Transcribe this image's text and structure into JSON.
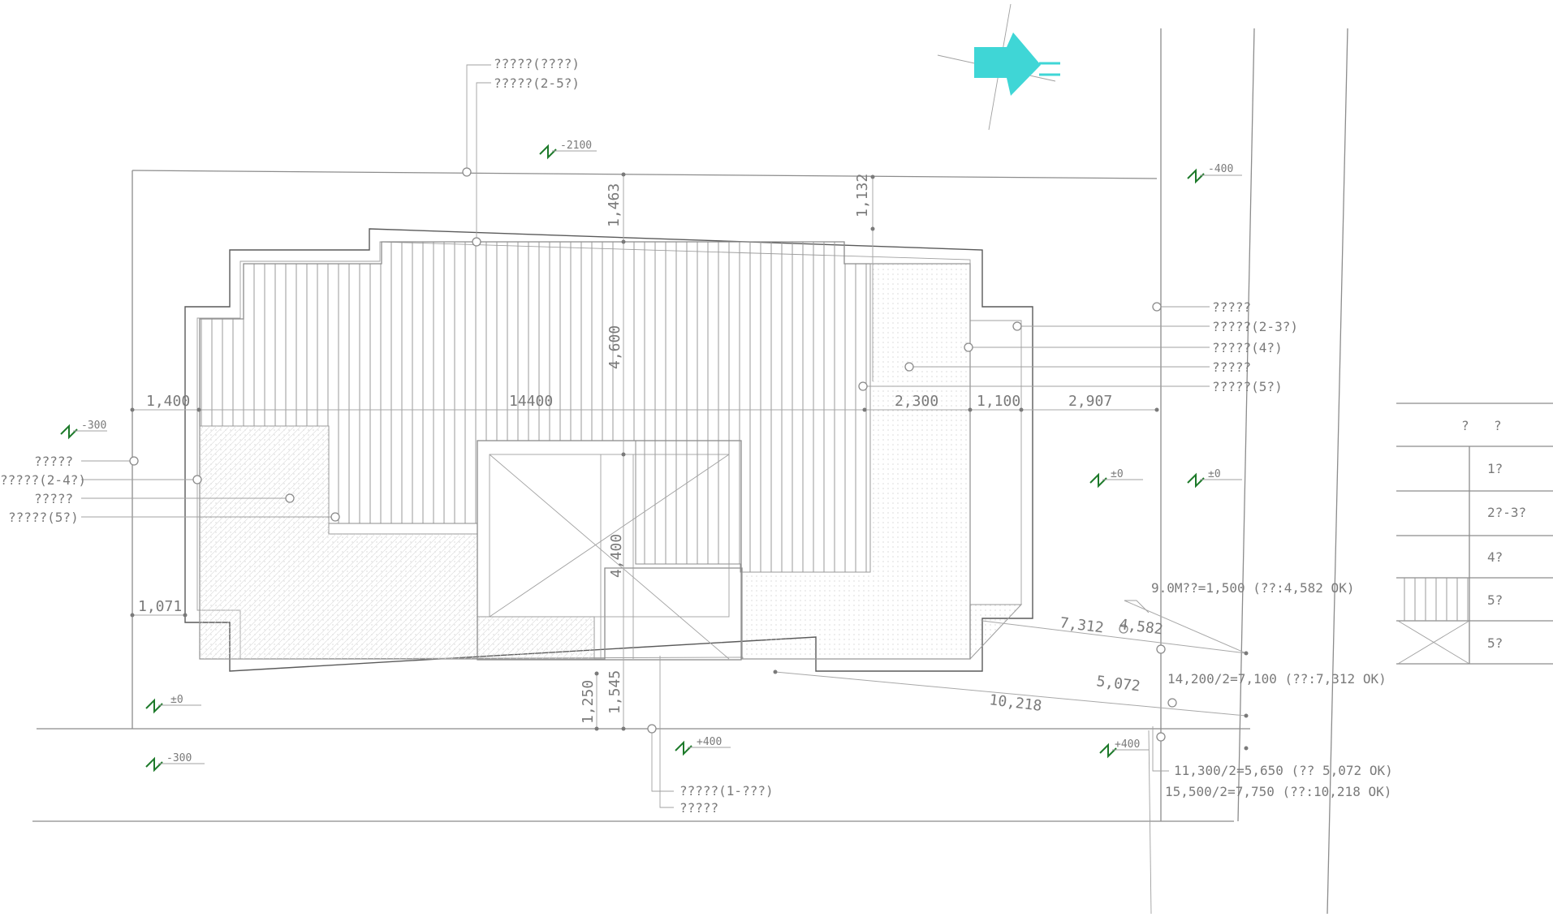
{
  "drawing": {
    "north_arrow": "north-arrow-icon",
    "colors": {
      "north_arrow": "#3fd6d6",
      "level_marker": "#1d7a2a",
      "line": "#8c8c8c"
    },
    "levels": {
      "top_2100": "-2100",
      "top_right_400": "-400",
      "left_300": "-300",
      "mid_right_0a": "±0",
      "mid_right_0b": "±0",
      "bottom_left_0": "±0",
      "bottom_left_300": "-300",
      "bottom_mid_400": "+400",
      "bottom_right_400": "+400"
    },
    "dimensions": {
      "top_1463": "1,463",
      "top_1132": "1,132",
      "mid_4600": "4,600",
      "row_1400": "1,400",
      "row_14400": "14400",
      "row_2300": "2,300",
      "row_1100": "1,100",
      "row_2907": "2,907",
      "center_4400": "4,400",
      "left_1071": "1,071",
      "bottom_1250": "1,250",
      "bottom_1545": "1,545",
      "diag_7312": "7,312",
      "diag_4582": "4,582",
      "diag_5072": "5,072",
      "diag_10218": "10,218"
    },
    "callouts_top": [
      "?????(????)",
      "?????(2-5?)"
    ],
    "callouts_right": [
      "?????",
      "?????(2-3?)",
      "?????(4?)",
      "?????",
      "?????(5?)"
    ],
    "callouts_left": [
      "?????",
      "?????(2-4?)",
      "?????",
      "?????(5?)"
    ],
    "callouts_bottom": [
      "?????(1-???)",
      "?????"
    ],
    "notes": [
      "9.0M??=1,500 (??:4,582 OK)",
      "14,200/2=7,100 (??:7,312 OK)",
      "11,300/2=5,650 (?? 5,072 OK)",
      "15,500/2=7,750 (??:10,218 OK)"
    ],
    "legend": {
      "header": [
        "?",
        "?"
      ],
      "rows": [
        "1?",
        "2?-3?",
        "4?",
        "5?",
        "5?"
      ]
    }
  }
}
